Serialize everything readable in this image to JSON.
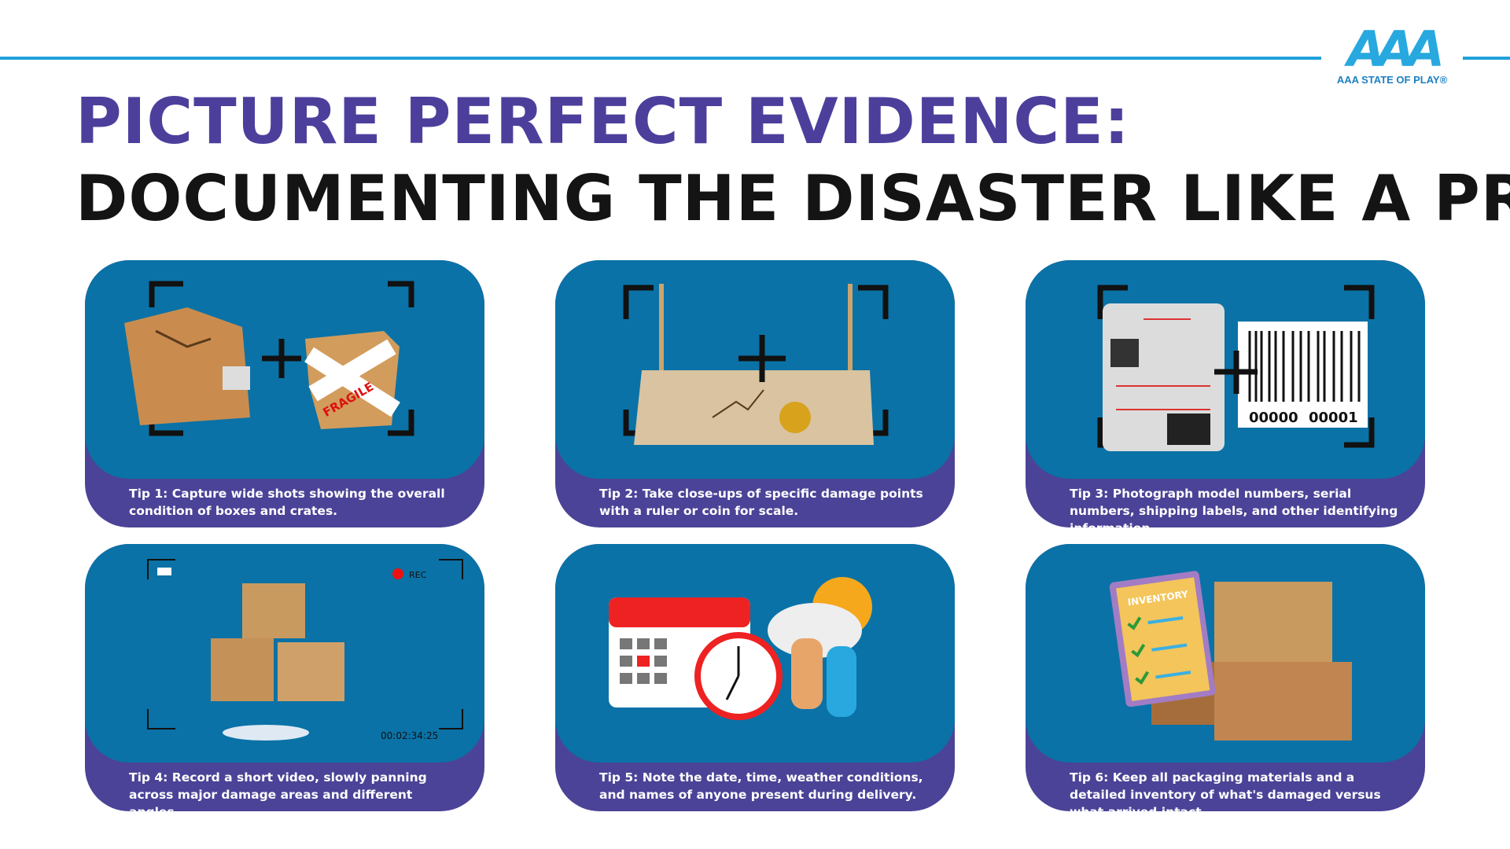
{
  "logo": {
    "mark": "AAA",
    "text": "AAA STATE OF PLAY®"
  },
  "title": {
    "line1": "PICTURE PERFECT EVIDENCE:",
    "line2": "DOCUMENTING THE DISASTER LIKE A PRO"
  },
  "tips": [
    {
      "caption": "Tip 1: Capture wide shots showing the overall condition of boxes and crates.",
      "label": "FRAGILE"
    },
    {
      "caption": "Tip 2: Take close-ups of specific damage points with a ruler or coin for scale."
    },
    {
      "caption": "Tip 3: Photograph model numbers, serial numbers, shipping labels, and other identifying information.",
      "barcode_left": "00000",
      "barcode_right": "00001"
    },
    {
      "caption": "Tip 4: Record a short video, slowly panning across major damage areas and different angles.",
      "rec": "REC",
      "timecode": "00:02:34:25"
    },
    {
      "caption": "Tip 5: Note the date, time, weather conditions, and names of anyone present during delivery."
    },
    {
      "caption": "Tip 6: Keep all packaging materials and a detailed inventory of what's damaged versus what arrived intact.",
      "inventory": "INVENTORY"
    }
  ],
  "colors": {
    "title": "#4c3f9c",
    "card_blue": "#0a72a6",
    "card_purple": "#4b4397",
    "line": "#1fa0dc"
  }
}
